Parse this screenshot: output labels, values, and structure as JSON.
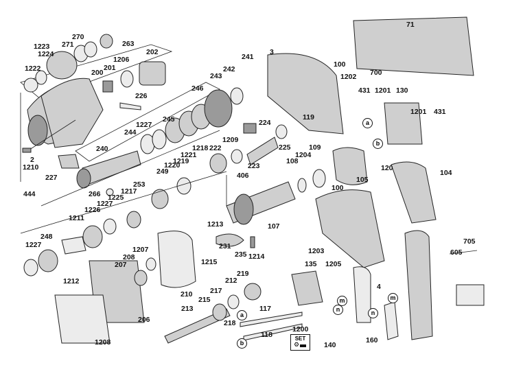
{
  "part_labels": [
    "1223",
    "1224",
    "1222",
    "271",
    "270",
    "263",
    "202",
    "1206",
    "201",
    "200",
    "226",
    "3",
    "100",
    "71",
    "700",
    "241",
    "242",
    "243",
    "246",
    "1202",
    "431",
    "1201",
    "130",
    "431",
    "1201",
    "119",
    "224",
    "1209",
    "225",
    "109",
    "245",
    "1227",
    "244",
    "240",
    "1218",
    "222",
    "1221",
    "1219",
    "1220",
    "249",
    "2",
    "1210",
    "227",
    "223",
    "1204",
    "108",
    "120",
    "104",
    "266",
    "253",
    "1217",
    "1225",
    "1227",
    "1226",
    "1211",
    "444",
    "248",
    "1227",
    "406",
    "105",
    "100",
    "107",
    "1213",
    "231",
    "235",
    "1207",
    "208",
    "207",
    "1215",
    "1214",
    "1212",
    "1203",
    "135",
    "1205",
    "705",
    "605",
    "4",
    "219",
    "212",
    "217",
    "215",
    "213",
    "218",
    "210",
    "206",
    "1208",
    "117",
    "118",
    "1200",
    "140",
    "160"
  ],
  "callouts": [
    "a",
    "b",
    "a",
    "b",
    "m",
    "n",
    "m",
    "n"
  ],
  "set_badge": {
    "text": "SET"
  },
  "colors": {
    "line": "#222222",
    "part_fill": "#cfcfcf",
    "dark_fill": "#9a9a9a",
    "background": "#ffffff"
  }
}
